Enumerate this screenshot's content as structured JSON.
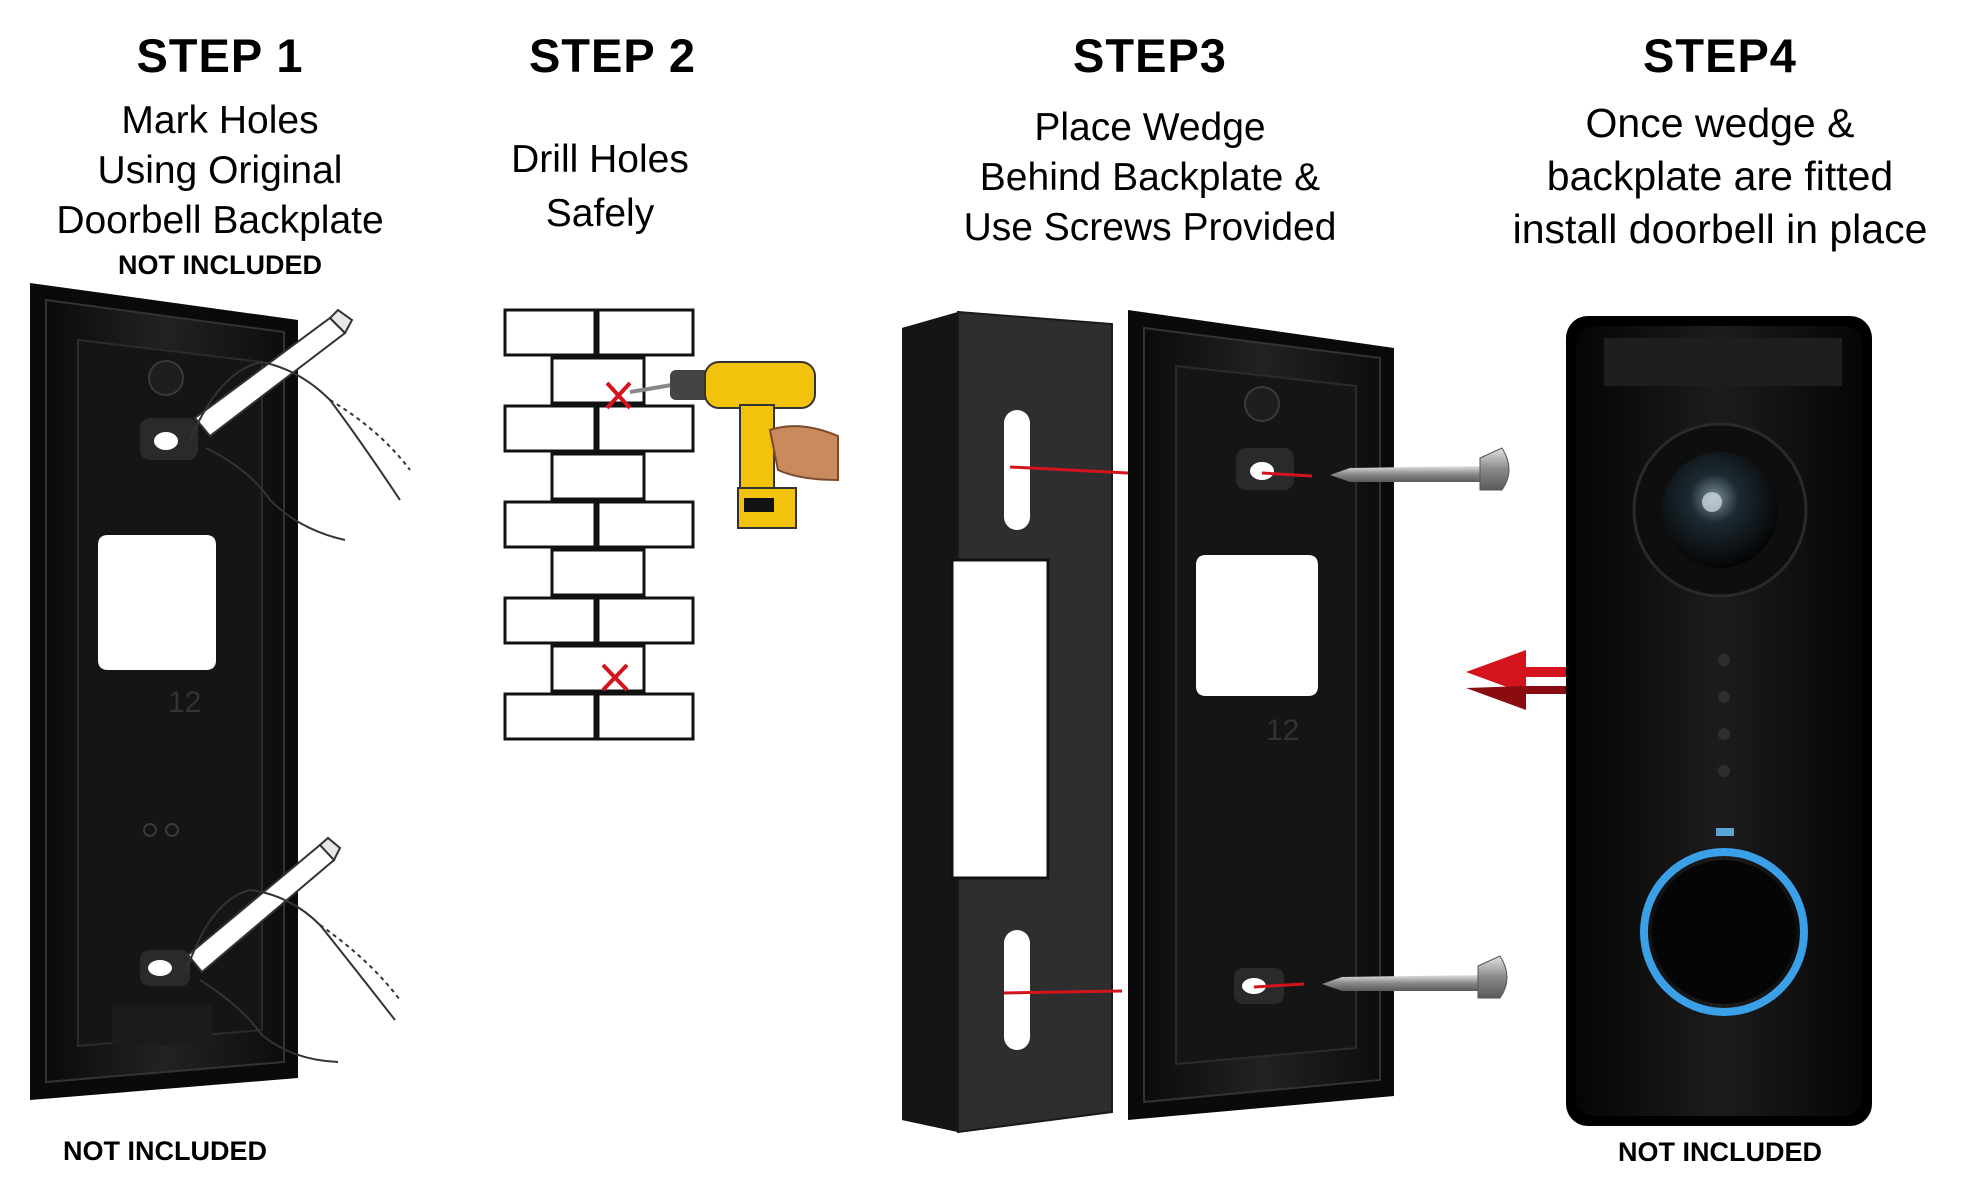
{
  "steps": [
    {
      "title": "STEP 1",
      "lines": [
        "Mark Holes",
        "Using Original",
        "Doorbell Backplate"
      ],
      "note": "NOT INCLUDED"
    },
    {
      "title": "STEP 2",
      "lines": [
        "Drill Holes",
        "Safely"
      ]
    },
    {
      "title": "STEP3",
      "lines": [
        "Place Wedge",
        "Behind Backplate &",
        "Use Screws Provided"
      ]
    },
    {
      "title": "STEP4",
      "lines": [
        "Once wedge &",
        "backplate are fitted",
        "install doorbell in place"
      ]
    }
  ],
  "bottom_notes": {
    "step1": "NOT INCLUDED",
    "step4": "NOT INCLUDED"
  },
  "backplate_mark": "12",
  "colors": {
    "plate": "#141414",
    "mark": "#d4141c",
    "drill": "#f2c20c",
    "ring": "#3aa0e8"
  }
}
